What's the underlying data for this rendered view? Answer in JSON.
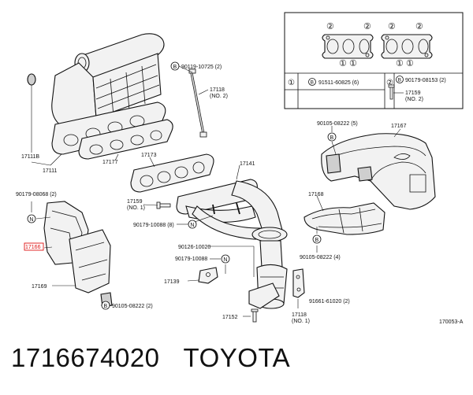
{
  "caption": {
    "part_number": "1716674020",
    "brand": "TOYOTA"
  },
  "drawing_code": "170053-A",
  "inset": {
    "top_symbols": [
      "②",
      "①"
    ],
    "table": [
      {
        "symbol": "①",
        "badge": "B",
        "part": "91511-60825 (6)"
      },
      {
        "symbol": "②",
        "badge": "B",
        "part": "90179-08153 (2)",
        "extra_part": "17159",
        "extra_note": "(NO. 2)"
      }
    ]
  },
  "callouts": {
    "c90119": "90119-10725 (2)",
    "c17118a": "17118",
    "c17118a_n": "(NO. 2)",
    "c90105a": "90105-08222 (5)",
    "c17167": "17167",
    "c17111b": "17111B",
    "c17111": "17111",
    "c17177": "17177",
    "c17173": "17173",
    "c17141": "17141",
    "c90179a": "90179-08068 (2)",
    "c17159": "17159",
    "c17159_n": "(NO. 1)",
    "c17168": "17168",
    "c90179b": "90179-10088 (8)",
    "c17166": "17166",
    "c90126": "90126-10020",
    "c90105b": "90105-08222 (4)",
    "c90179c": "90179-10088",
    "c17139": "17139",
    "c91661": "91661-61020 (2)",
    "c17169": "17169",
    "c90105c": "90105-08222 (2)",
    "c17152": "17152",
    "c17118b": "17118",
    "c17118b_n": "(NO. 1)"
  },
  "badges": {
    "B": "B",
    "N": "N"
  }
}
